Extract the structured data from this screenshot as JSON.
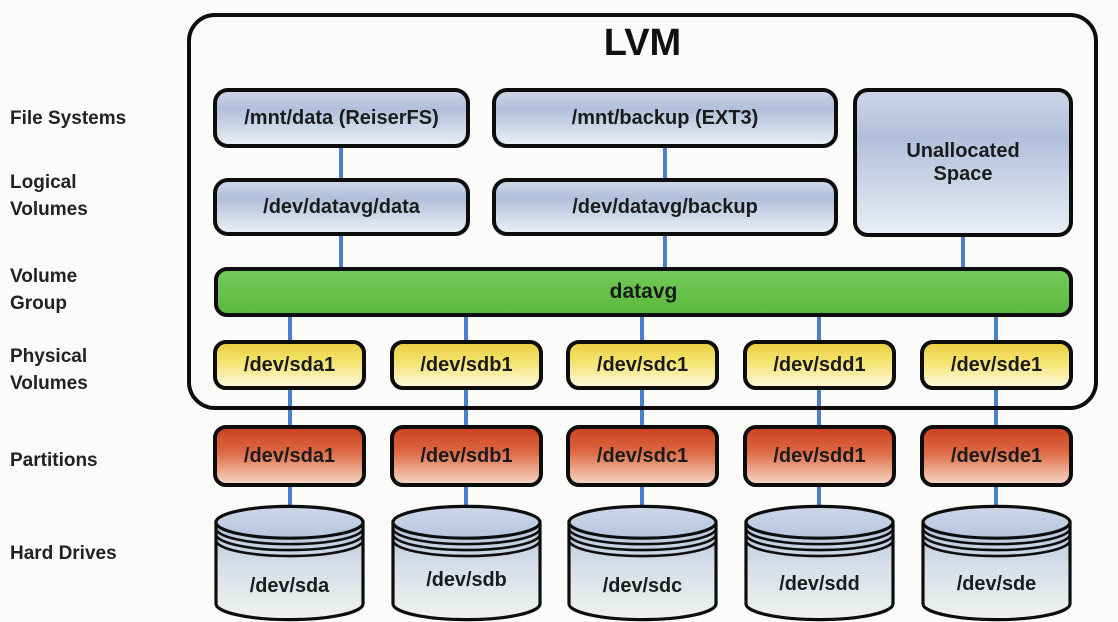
{
  "title": "LVM",
  "side_labels": [
    {
      "text": "File Systems"
    },
    {
      "text": "Logical\nVolumes"
    },
    {
      "text": "Volume\nGroup"
    },
    {
      "text": "Physical\nVolumes"
    },
    {
      "text": "Partitions"
    },
    {
      "text": "Hard Drives"
    }
  ],
  "file_systems": [
    {
      "label": "/mnt/data (ReiserFS)"
    },
    {
      "label": "/mnt/backup (EXT3)"
    }
  ],
  "unallocated_space": {
    "label": "Unallocated\nSpace"
  },
  "logical_volumes": [
    {
      "label": "/dev/datavg/data"
    },
    {
      "label": "/dev/datavg/backup"
    }
  ],
  "volume_group": {
    "label": "datavg"
  },
  "physical_volumes": [
    {
      "label": "/dev/sda1"
    },
    {
      "label": "/dev/sdb1"
    },
    {
      "label": "/dev/sdc1"
    },
    {
      "label": "/dev/sdd1"
    },
    {
      "label": "/dev/sde1"
    }
  ],
  "partitions": [
    {
      "label": "/dev/sda1"
    },
    {
      "label": "/dev/sdb1"
    },
    {
      "label": "/dev/sdc1"
    },
    {
      "label": "/dev/sdd1"
    },
    {
      "label": "/dev/sde1"
    }
  ],
  "hard_drives": [
    {
      "label": "/dev/sda"
    },
    {
      "label": "/dev/sdb"
    },
    {
      "label": "/dev/sdc"
    },
    {
      "label": "/dev/sdd"
    },
    {
      "label": "/dev/sde"
    }
  ],
  "colors": {
    "volume_group_fill": "#63c047",
    "physical_volume_fill": "#eecf48",
    "partition_fill": "#cc4322",
    "filesystem_fill": "#b6c4dd",
    "connector_line": "#4a80d0",
    "border": "#0d0d0d"
  }
}
